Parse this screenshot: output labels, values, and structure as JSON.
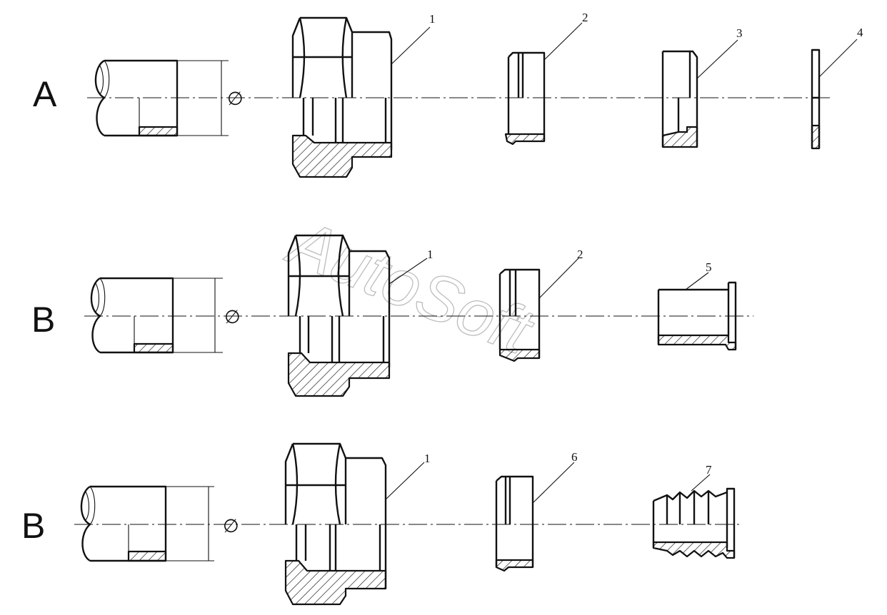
{
  "rows": [
    {
      "letter": "A",
      "diameter": "∅",
      "callouts": [
        "1",
        "2",
        "3",
        "4"
      ]
    },
    {
      "letter": "B",
      "diameter": "∅",
      "callouts": [
        "1",
        "2",
        "5"
      ]
    },
    {
      "letter": "B",
      "diameter": "∅",
      "callouts": [
        "1",
        "6",
        "7"
      ]
    }
  ],
  "watermark": "AutoSoft",
  "colors": {
    "ink": "#111111",
    "watermark": "#bdbdbd",
    "background": "#ffffff"
  }
}
